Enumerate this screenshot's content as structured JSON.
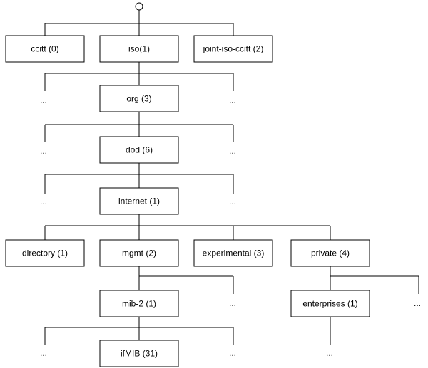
{
  "diagram": {
    "title": "",
    "nodes": {
      "ccitt": "ccitt (0)",
      "iso": "iso(1)",
      "joint_iso_ccitt": "joint-iso-ccitt (2)",
      "org": "org (3)",
      "dod": "dod (6)",
      "internet": "internet (1)",
      "directory": "directory (1)",
      "mgmt": "mgmt (2)",
      "experimental": "experimental (3)",
      "private": "private (4)",
      "mib2": "mib-2 (1)",
      "enterprises": "enterprises (1)",
      "ifmib": "ifMIB (31)"
    },
    "ellipsis": "..."
  }
}
